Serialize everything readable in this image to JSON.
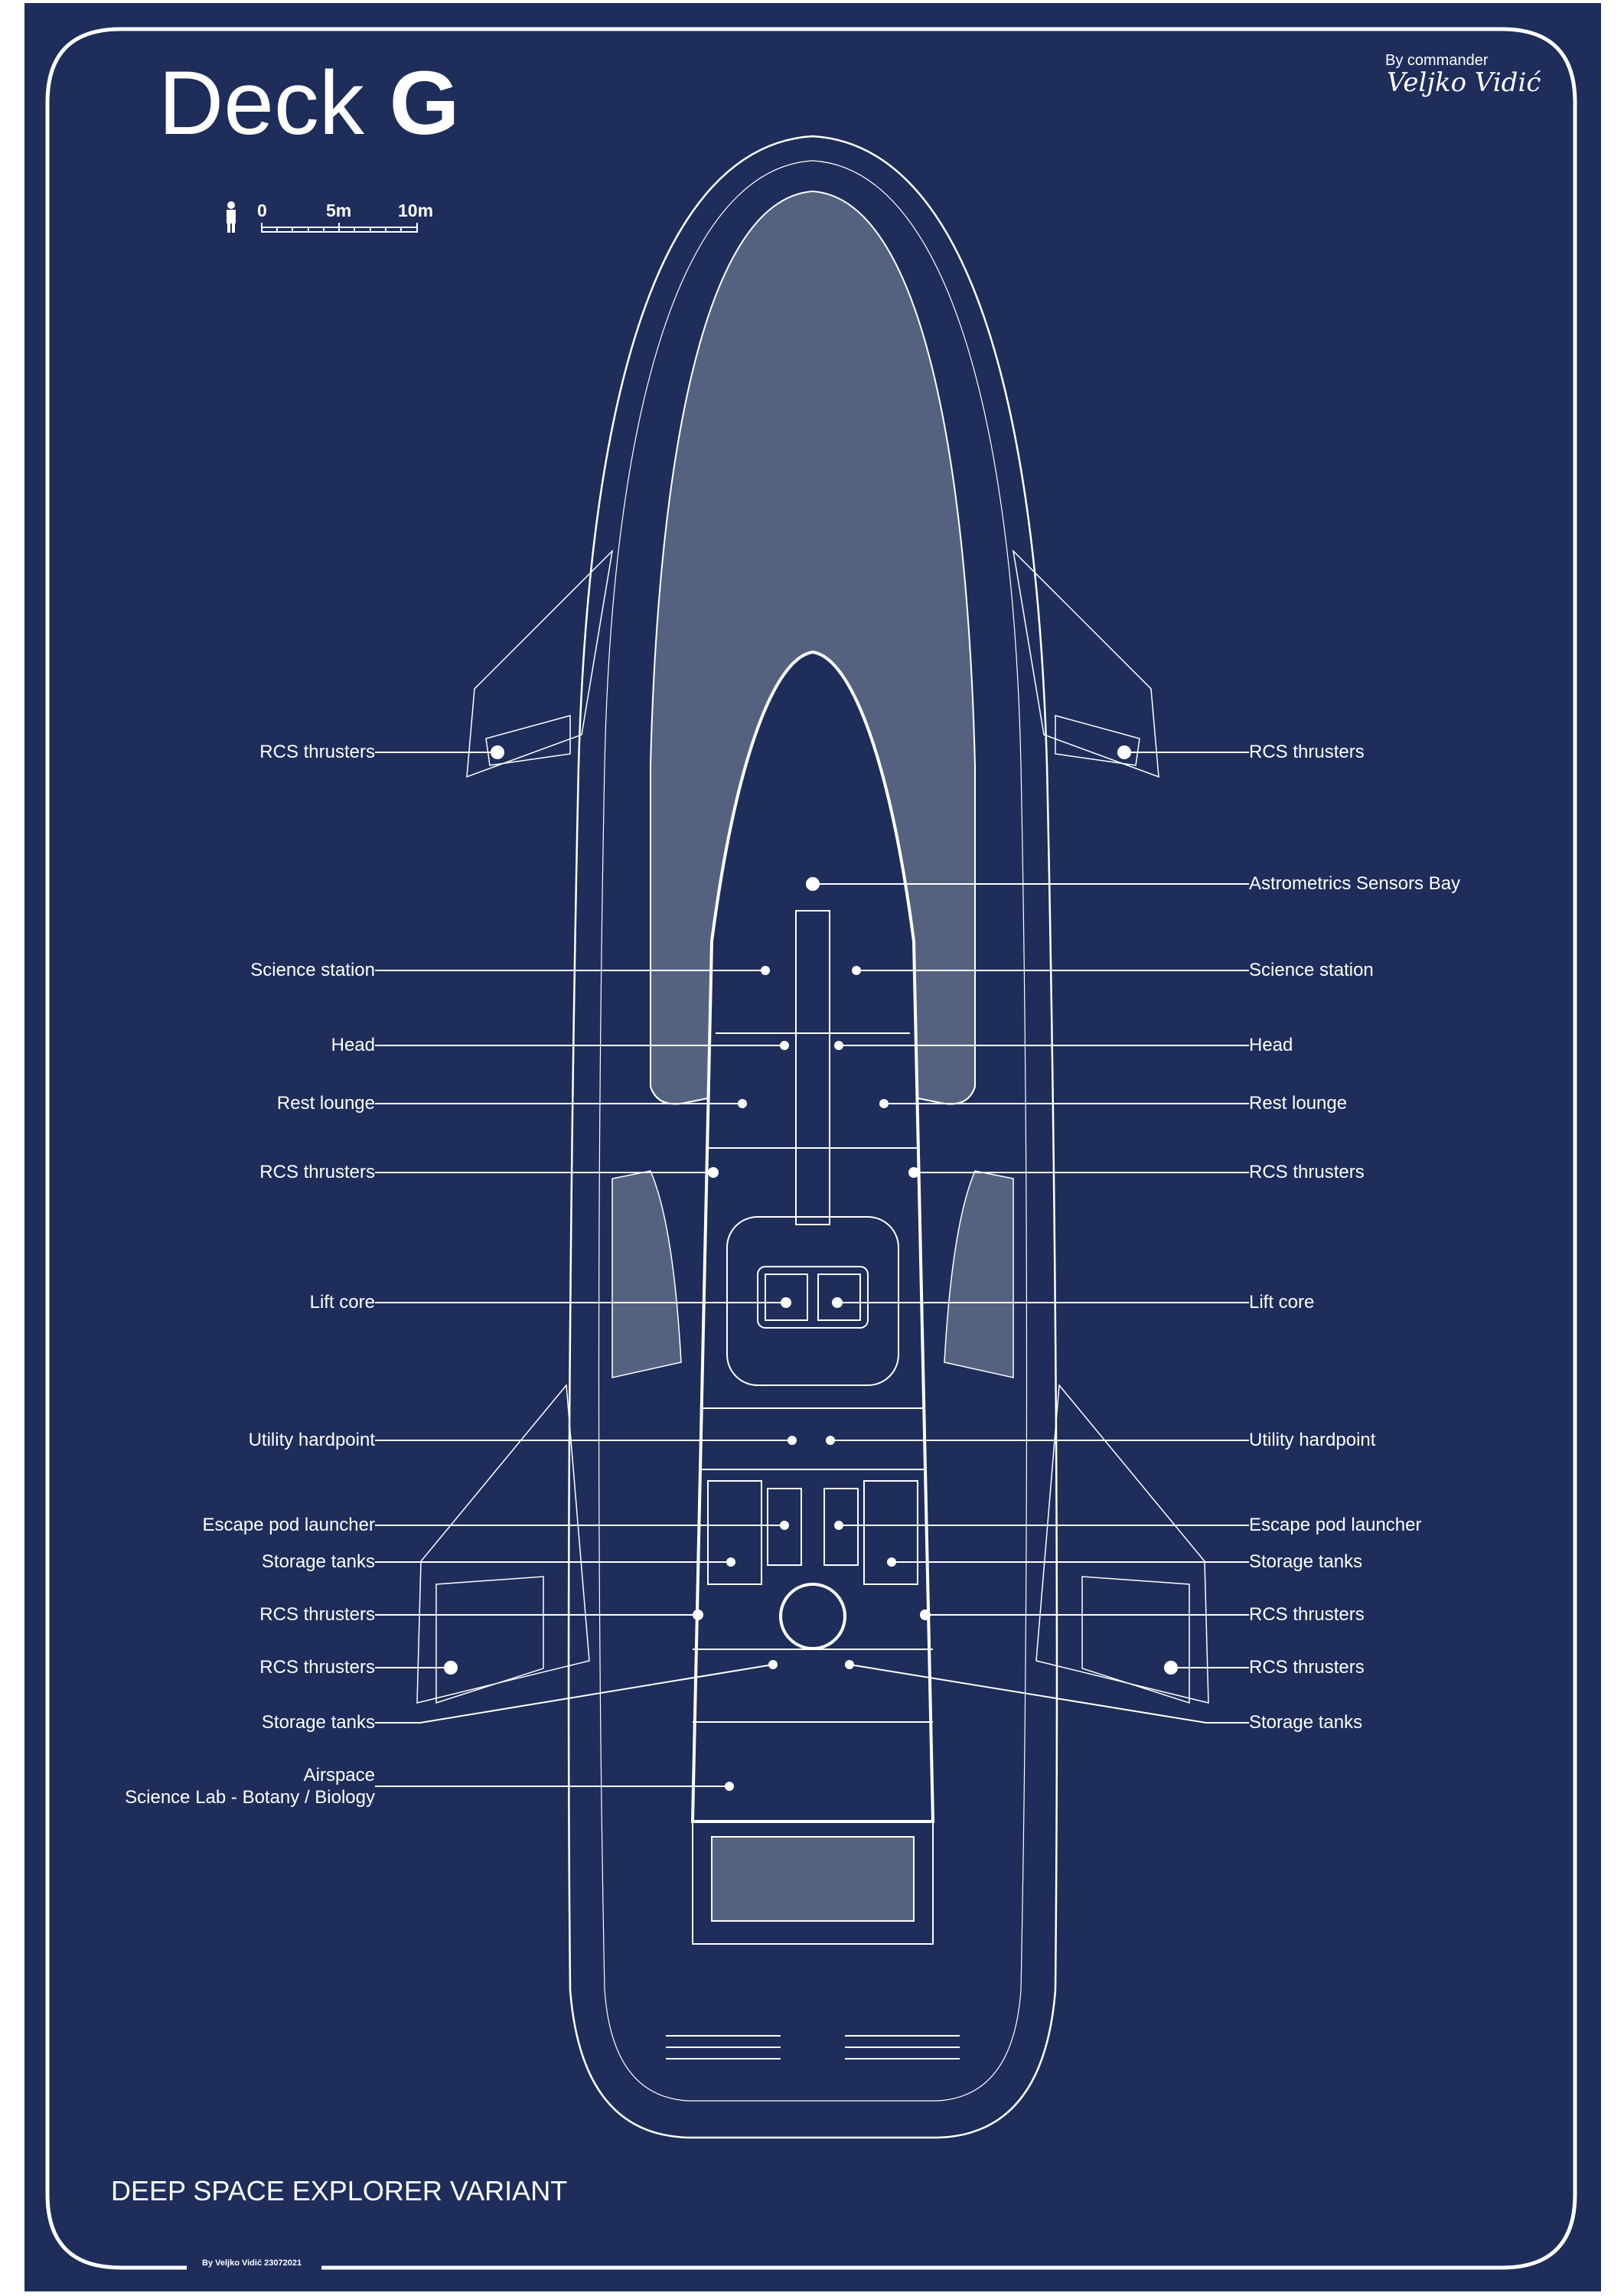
{
  "header": {
    "title_prefix": "Deck",
    "title_letter": "G",
    "byline": "By commander",
    "signature": "Veljko Vidić"
  },
  "scale": {
    "ticks": [
      "0",
      "5m",
      "10m"
    ],
    "icon": "human-figure-icon"
  },
  "labels_left": [
    {
      "text": "RCS thrusters"
    },
    {
      "text": "Science station"
    },
    {
      "text": "Head"
    },
    {
      "text": "Rest lounge"
    },
    {
      "text": "RCS thrusters"
    },
    {
      "text": "Lift core"
    },
    {
      "text": "Utility hardpoint"
    },
    {
      "text": "Escape pod launcher"
    },
    {
      "text": "Storage tanks"
    },
    {
      "text": "RCS thrusters"
    },
    {
      "text": "RCS thrusters"
    },
    {
      "text": "Storage tanks"
    },
    {
      "text": "Airspace"
    },
    {
      "text": "Science Lab - Botany / Biology"
    }
  ],
  "labels_right": [
    {
      "text": "RCS thrusters"
    },
    {
      "text": "Astrometrics Sensors Bay"
    },
    {
      "text": "Science station"
    },
    {
      "text": "Head"
    },
    {
      "text": "Rest lounge"
    },
    {
      "text": "RCS thrusters"
    },
    {
      "text": "Lift core"
    },
    {
      "text": "Utility hardpoint"
    },
    {
      "text": "Escape pod launcher"
    },
    {
      "text": "Storage tanks"
    },
    {
      "text": "RCS thrusters"
    },
    {
      "text": "RCS thrusters"
    },
    {
      "text": "Storage tanks"
    }
  ],
  "footer": {
    "variant": "DEEP SPACE EXPLORER VARIANT",
    "credit": "By Veljko Vidić 23072021"
  },
  "colors": {
    "background": "#1e2d5a",
    "canopy": "#55627f",
    "line": "#ffffff"
  }
}
